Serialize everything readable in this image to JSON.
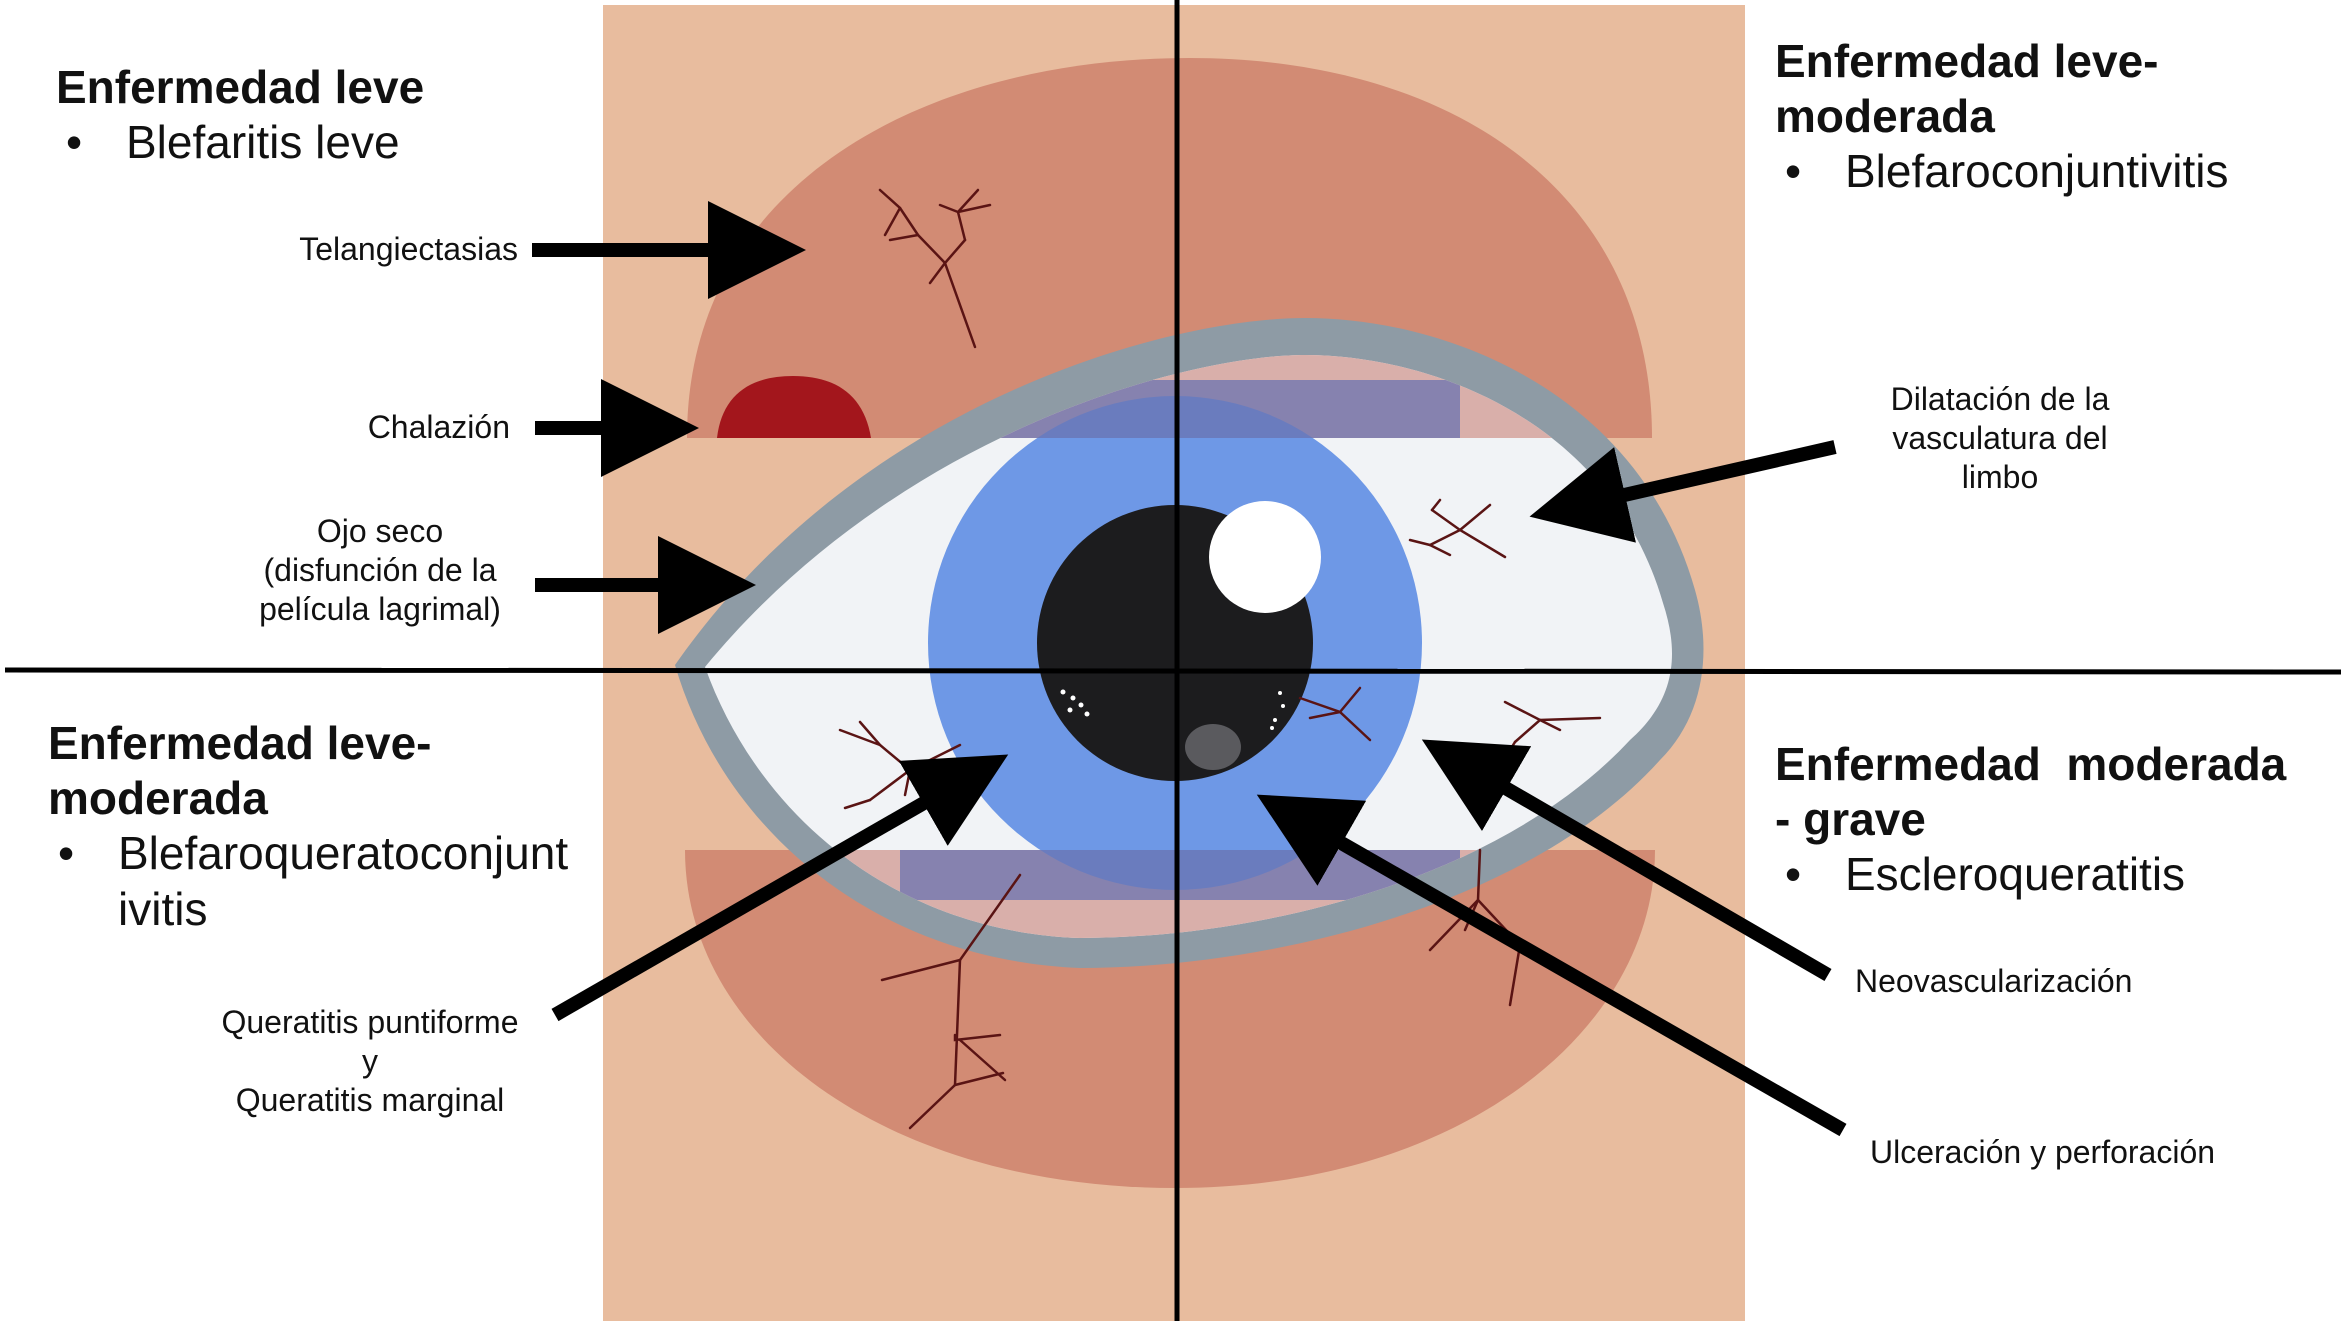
{
  "quadrants": {
    "top_left": {
      "title": "Enfermedad leve",
      "items": [
        "Blefaritis leve"
      ]
    },
    "top_right": {
      "title_line1": "Enfermedad leve-",
      "title_line2": "moderada",
      "items": [
        "Blefaroconjuntivitis"
      ]
    },
    "bottom_left": {
      "title_line1": "Enfermedad leve-",
      "title_line2": "moderada",
      "item_line1": "Blefaroqueratoconjunt",
      "item_line2": "ivitis"
    },
    "bottom_right": {
      "title_line1": "Enfermedad  moderada",
      "title_line2": "- grave",
      "items": [
        "Escleroqueratitis"
      ]
    }
  },
  "bullet": "•",
  "callouts": {
    "telangiectasias": "Telangiectasias",
    "chalazion": "Chalazión",
    "ojo_seco": [
      "Ojo seco",
      "(disfunción de la",
      "película lagrimal)"
    ],
    "dilatacion": [
      "Dilatación de la",
      "vasculatura del",
      "limbo"
    ],
    "queratitis": [
      "Queratitis puntiforme",
      "y",
      "Queratitis marginal"
    ],
    "neovascularizacion": "Neovascularización",
    "ulceracion": "Ulceración y perforación"
  },
  "icons": [
    "eye-illustration",
    "arrow-icon",
    "blood-vessel-icon",
    "chalazion-bump-icon"
  ],
  "colors": {
    "skin": "#E8BC9E",
    "eyelid": "#D28B74",
    "eye_outline": "#8E9BA5",
    "sclera": "#F1F3F6",
    "conjunctiva": "#D9AFAA",
    "iris": "#6E98E6",
    "pupil": "#1C1C1E",
    "chalazion": "#A3161C",
    "vessel": "#5A1414",
    "divider": "#000000"
  }
}
